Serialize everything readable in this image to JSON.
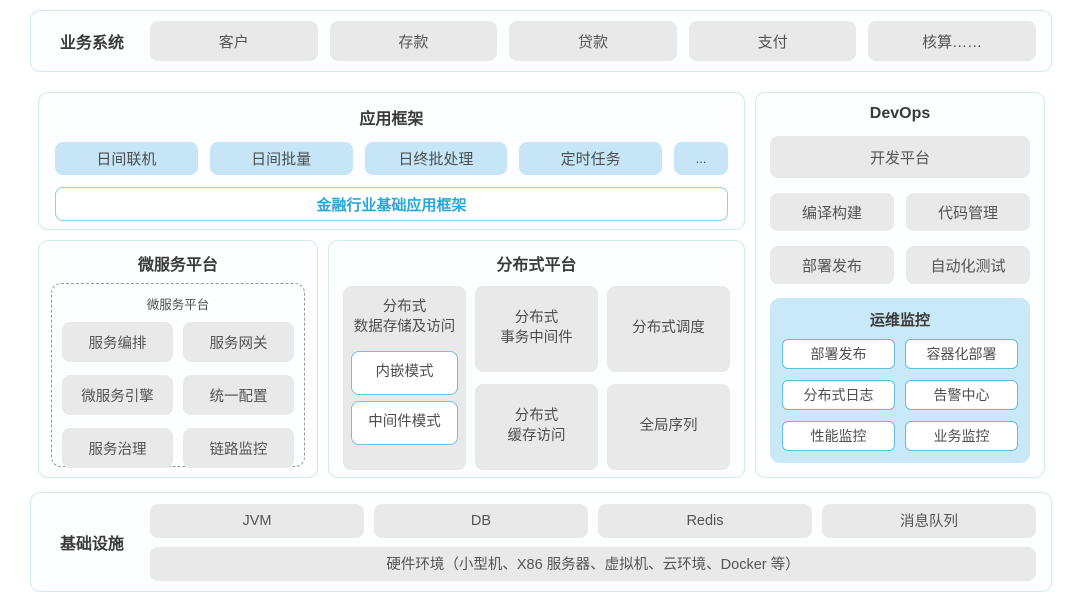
{
  "colors": {
    "panel_border": "#cfe9f5",
    "gray_box": "#e9e9e9",
    "blue_box": "#c6e6f7",
    "monitor_panel": "#c9e8f8",
    "outline_blue": "#64bde2",
    "accent_text": "#29a7db",
    "body_text": "#4e4e4e"
  },
  "business_systems": {
    "label": "业务系统",
    "items": [
      "客户",
      "存款",
      "贷款",
      "支付",
      "核算……"
    ]
  },
  "app_framework": {
    "title": "应用框架",
    "items": [
      "日间联机",
      "日间批量",
      "日终批处理",
      "定时任务",
      "..."
    ],
    "base_framework": "金融行业基础应用框架"
  },
  "devops": {
    "title": "DevOps",
    "dev_platform": "开发平台",
    "items": [
      "编译构建",
      "代码管理",
      "部署发布",
      "自动化测试"
    ],
    "monitoring": {
      "title": "运维监控",
      "items": [
        "部署发布",
        "容器化部署",
        "分布式日志",
        "告警中心",
        "性能监控",
        "业务监控"
      ]
    }
  },
  "microservice": {
    "title": "微服务平台",
    "inner_title": "微服务平台",
    "items": [
      "服务编排",
      "服务网关",
      "微服务引擎",
      "统一配置",
      "服务治理",
      "链路监控"
    ]
  },
  "distributed": {
    "title": "分布式平台",
    "storage": {
      "title": "分布式\n数据存储及访问",
      "modes": [
        "内嵌模式",
        "中间件模式"
      ]
    },
    "cells": {
      "transaction": "分布式\n事务中间件",
      "schedule": "分布式调度",
      "cache": "分布式\n缓存访问",
      "sequence": "全局序列"
    }
  },
  "infrastructure": {
    "label": "基础设施",
    "items": [
      "JVM",
      "DB",
      "Redis",
      "消息队列"
    ],
    "hardware": "硬件环境（小型机、X86 服务器、虚拟机、云环境、Docker 等）"
  }
}
